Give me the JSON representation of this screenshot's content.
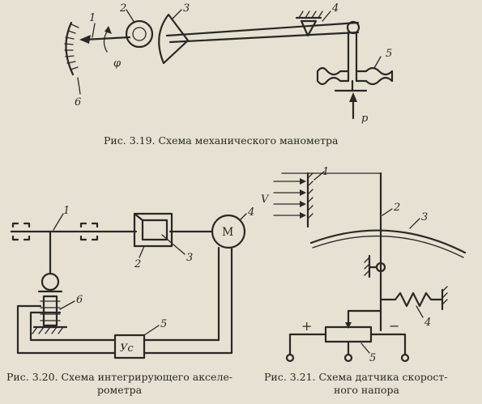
{
  "fig319": {
    "caption": "Рис. 3.19. Схема механического манометра",
    "labels": {
      "n1": "1",
      "n2": "2",
      "n3": "3",
      "n4": "4",
      "n5": "5",
      "n6": "6",
      "phi": "φ",
      "p": "p"
    }
  },
  "fig320": {
    "caption_line1": "Рис. 3.20. Схема интегрирующего акселе-",
    "caption_line2": "рометра",
    "labels": {
      "n1": "1",
      "n2": "2",
      "n3": "3",
      "n4": "4",
      "n5": "5",
      "n6": "6",
      "motor": "M",
      "amp": "Ус"
    }
  },
  "fig321": {
    "caption_line1": "Рис. 3.21. Схема датчика скорост-",
    "caption_line2": "ного напора",
    "labels": {
      "n1": "1",
      "n2": "2",
      "n3": "3",
      "n4": "4",
      "n5": "5",
      "v": "V",
      "plus": "+",
      "minus": "−"
    }
  }
}
